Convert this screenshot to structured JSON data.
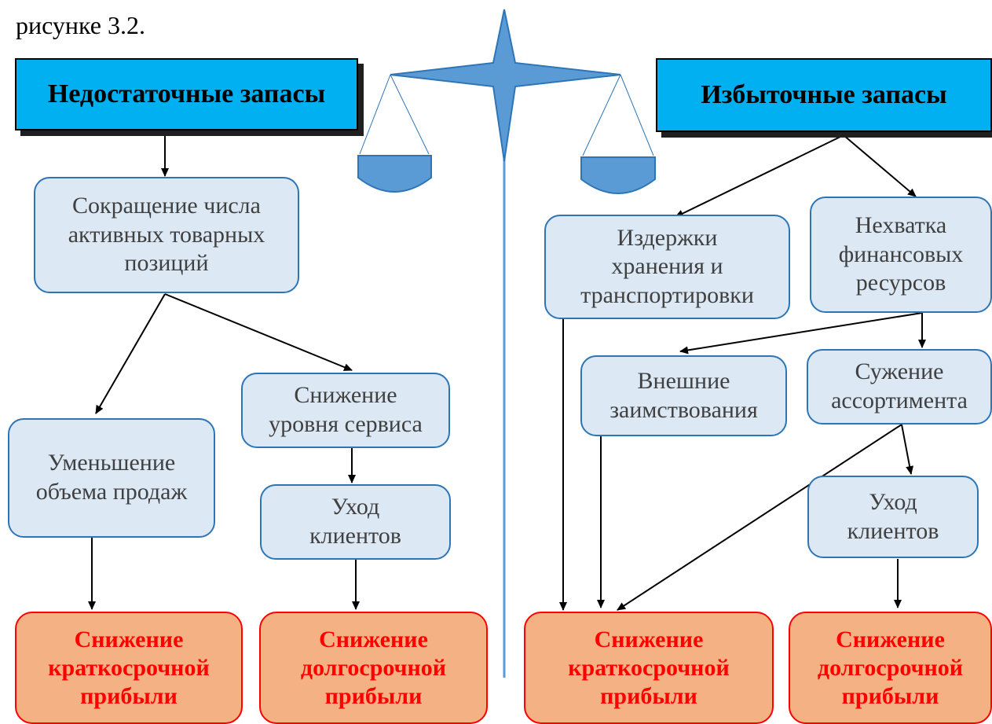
{
  "caption": "рисунке 3.2.",
  "left": {
    "header": "Недостаточные запасы",
    "reduce_items": "Сокращение числа\nактивных товарных\nпозиций",
    "sales_drop": "Уменьшение\nобъема продаж",
    "service_drop": "Снижение\nуровня сервиса",
    "client_loss": "Уход\nклиентов",
    "result_short": "Снижение\nкраткосрочной\nприбыли",
    "result_long": "Снижение\nдолгосрочной\nприбыли"
  },
  "right": {
    "header": "Избыточные запасы",
    "storage_costs": "Издержки\nхранения и\nтранспортировки",
    "finance_lack": "Нехватка\nфинансовых\nресурсов",
    "borrowing": "Внешние\nзаимствования",
    "assortment": "Сужение\nассортимента",
    "client_loss": "Уход\nклиентов",
    "result_short": "Снижение\nкраткосрочной\nприбыли",
    "result_long": "Снижение\nдолгосрочной\nприбыли"
  },
  "colors": {
    "header_fill": "#00b0f0",
    "box_fill": "#dce9f5",
    "box_border": "#2e75b6",
    "result_fill": "#f4b183",
    "result_text": "#ff0000",
    "scale_fill": "#5b9bd5"
  }
}
